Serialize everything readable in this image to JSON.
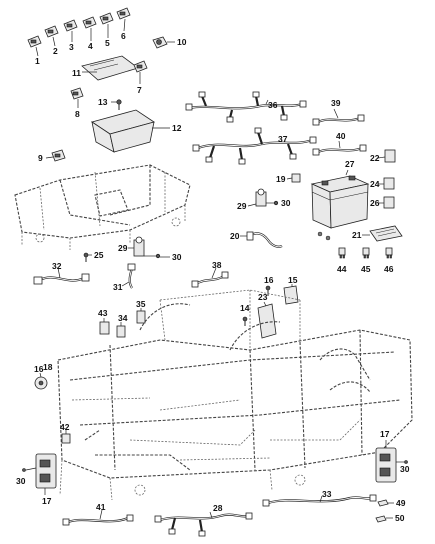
{
  "callouts": {
    "c1": "1",
    "c2": "2",
    "c3": "3",
    "c4": "4",
    "c5": "5",
    "c6": "6",
    "c7": "7",
    "c8": "8",
    "c9": "9",
    "c10": "10",
    "c11": "11",
    "c12": "12",
    "c13": "13",
    "c14": "14",
    "c15": "15",
    "c16": "16",
    "c17a": "17",
    "c17b": "17",
    "c18": "18",
    "c19": "19",
    "c20": "20",
    "c21": "21",
    "c22": "22",
    "c23": "23",
    "c24": "24",
    "c25": "25",
    "c26": "26",
    "c27": "27",
    "c28": "28",
    "c29a": "29",
    "c29b": "29",
    "c30a": "30",
    "c30b": "30",
    "c30c": "30",
    "c30d": "30",
    "c31": "31",
    "c32": "32",
    "c33": "33",
    "c34": "34",
    "c35": "35",
    "c36": "36",
    "c37": "37",
    "c38": "38",
    "c39": "39",
    "c40": "40",
    "c41": "41",
    "c42": "42",
    "c43": "43",
    "c44": "44",
    "c45": "45",
    "c46": "46",
    "c49": "49",
    "c50": "50"
  },
  "colors": {
    "line": "#222222",
    "frame": "#444444",
    "fill": "#e9e9e9",
    "background": "#ffffff"
  }
}
